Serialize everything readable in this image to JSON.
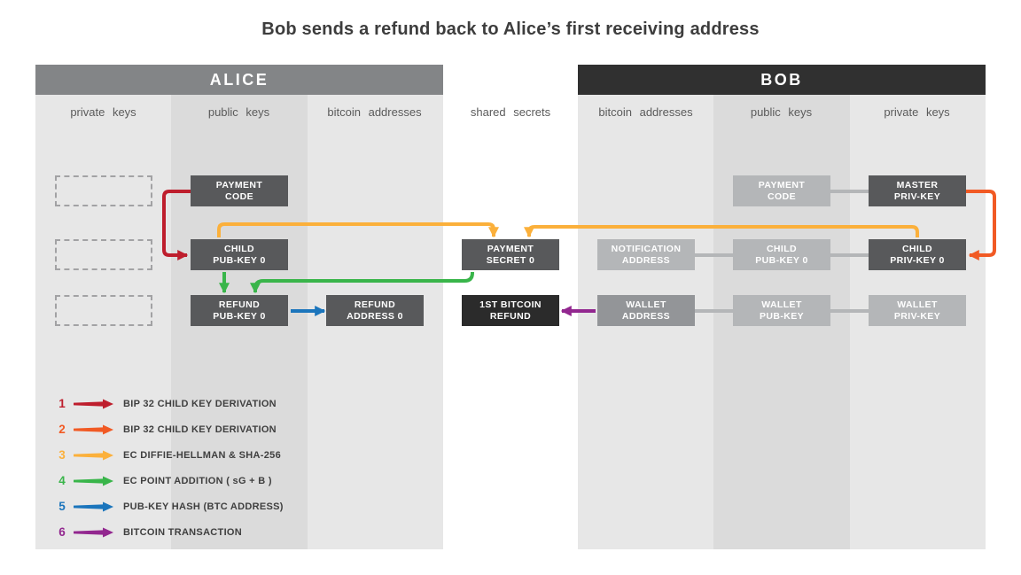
{
  "title": "Bob sends a refund back to Alice’s first receiving address",
  "alice": {
    "header": "ALICE",
    "columns": [
      "private keys",
      "public keys",
      "bitcoin addresses"
    ],
    "boxes": {
      "payment_code": {
        "l1": "PAYMENT",
        "l2": "CODE"
      },
      "child_pubkey": {
        "l1": "CHILD",
        "l2": "PUB-KEY 0"
      },
      "refund_pubkey": {
        "l1": "REFUND",
        "l2": "PUB-KEY 0"
      },
      "refund_address": {
        "l1": "REFUND",
        "l2": "ADDRESS 0"
      }
    }
  },
  "shared": {
    "column": "shared secrets",
    "boxes": {
      "payment_secret": {
        "l1": "PAYMENT",
        "l2": "SECRET 0"
      },
      "bitcoin_refund": {
        "l1": "1ST BITCOIN",
        "l2": "REFUND"
      }
    }
  },
  "bob": {
    "header": "BOB",
    "columns": [
      "bitcoin addresses",
      "public keys",
      "private keys"
    ],
    "boxes": {
      "notification_address": {
        "l1": "NOTIFICATION",
        "l2": "ADDRESS"
      },
      "payment_code": {
        "l1": "PAYMENT",
        "l2": "CODE"
      },
      "master_privkey": {
        "l1": "MASTER",
        "l2": "PRIV-KEY"
      },
      "child_pubkey": {
        "l1": "CHILD",
        "l2": "PUB-KEY 0"
      },
      "child_privkey": {
        "l1": "CHILD",
        "l2": "PRIV-KEY 0"
      },
      "wallet_address": {
        "l1": "WALLET",
        "l2": "ADDRESS"
      },
      "wallet_pubkey": {
        "l1": "WALLET",
        "l2": "PUB-KEY"
      },
      "wallet_privkey": {
        "l1": "WALLET",
        "l2": "PRIV-KEY"
      }
    }
  },
  "legend": [
    {
      "num": "1",
      "label": "BIP 32 CHILD KEY DERIVATION",
      "color": "#be1e2d"
    },
    {
      "num": "2",
      "label": "BIP 32 CHILD KEY DERIVATION",
      "color": "#f15a24"
    },
    {
      "num": "3",
      "label": "EC DIFFIE-HELLMAN & SHA-256",
      "color": "#fbb03b"
    },
    {
      "num": "4",
      "label": "EC POINT ADDITION ( sG + B )",
      "color": "#39b54a"
    },
    {
      "num": "5",
      "label": "PUB-KEY HASH (BTC ADDRESS)",
      "color": "#1b75bc"
    },
    {
      "num": "6",
      "label": "BITCOIN TRANSACTION",
      "color": "#92278f"
    }
  ],
  "colors": {
    "red": "#be1e2d",
    "orange": "#f15a24",
    "yellow": "#fbb03b",
    "green": "#39b54a",
    "blue": "#1b75bc",
    "purple": "#92278f",
    "box_dark": "#58595b",
    "box_light": "#b4b6b8",
    "box_mid": "#939598",
    "box_black": "#2b2b2b",
    "alice_header_bg": "#838587",
    "bob_header_bg": "#303030",
    "connector": "#b4b6b8",
    "column_light": "#e7e7e7",
    "column_dark": "#dbdbdb"
  }
}
